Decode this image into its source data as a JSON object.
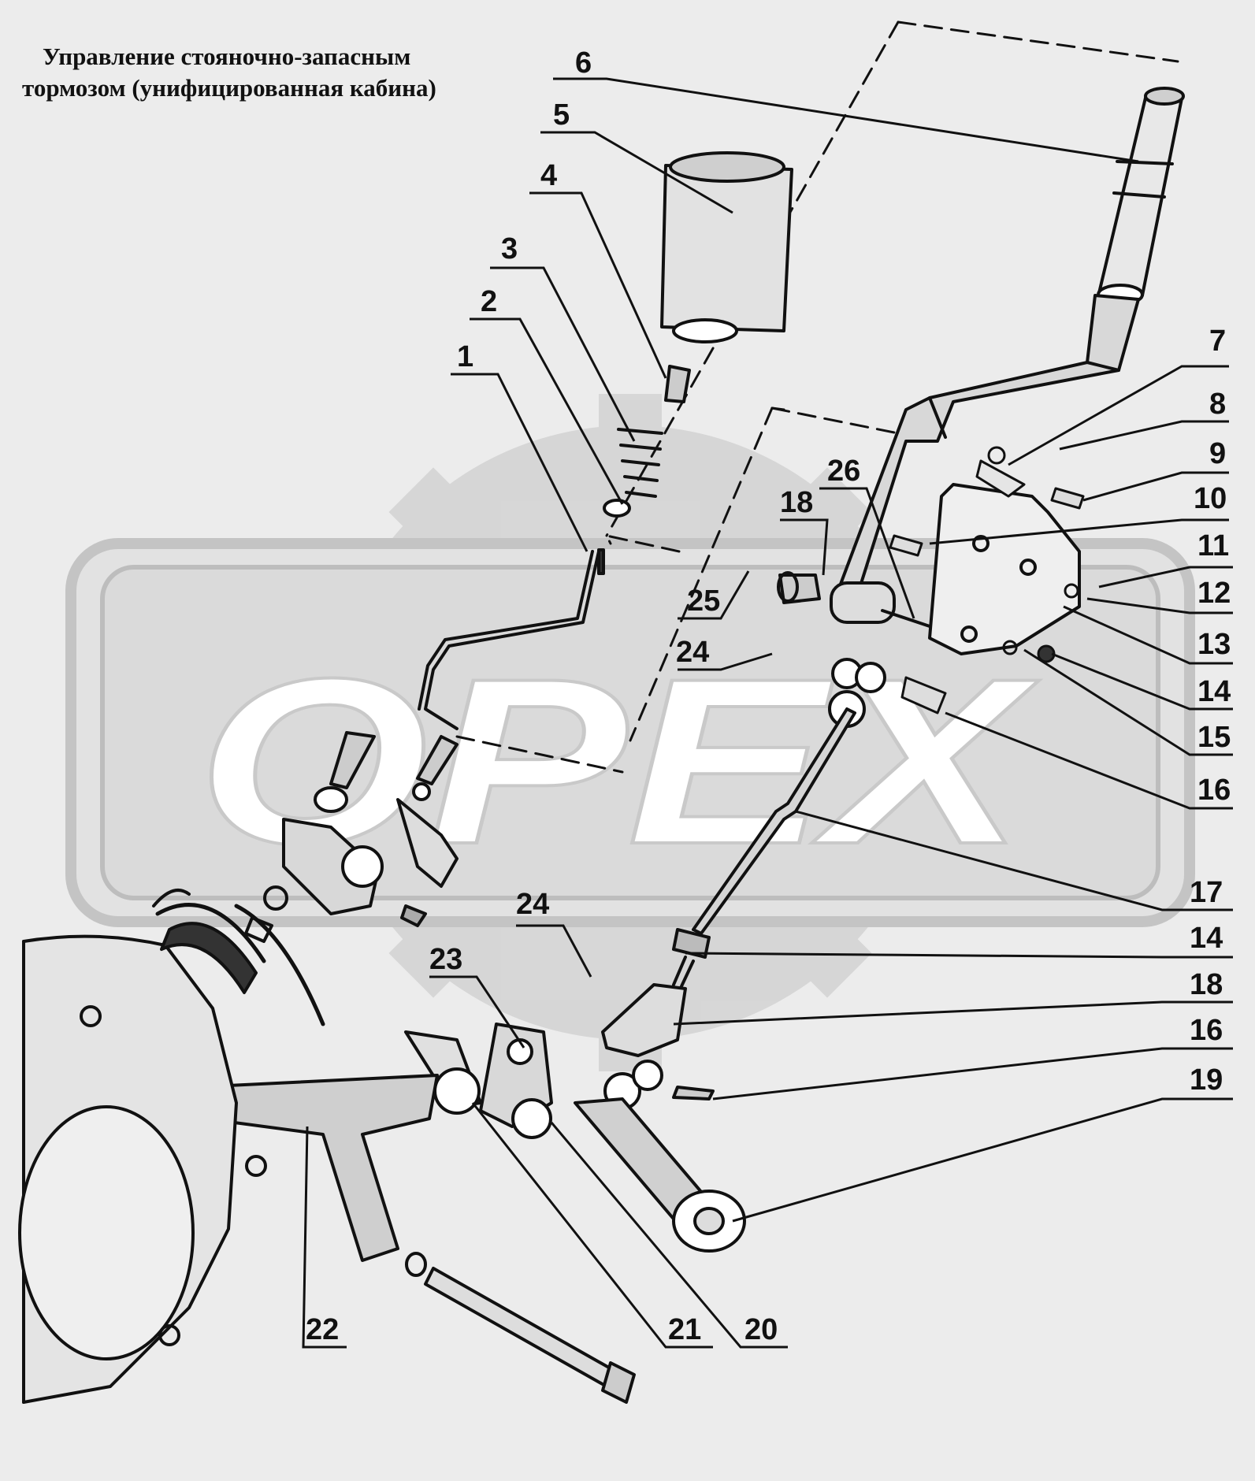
{
  "title": {
    "line1": "Управление стояночно-запасным",
    "line2": "тормозом  (унифицированная кабина)"
  },
  "watermark": {
    "text": "OPEX"
  },
  "callouts": [
    "1",
    "2",
    "3",
    "4",
    "5",
    "6",
    "7",
    "8",
    "9",
    "10",
    "11",
    "12",
    "13",
    "14",
    "15",
    "16",
    "17",
    "14",
    "18",
    "16",
    "19",
    "20",
    "21",
    "22",
    "23",
    "24",
    "24",
    "25",
    "18",
    "26"
  ],
  "colors": {
    "ink": "#111111",
    "paper": "#ececec",
    "watermark": "#cfcfcf"
  }
}
